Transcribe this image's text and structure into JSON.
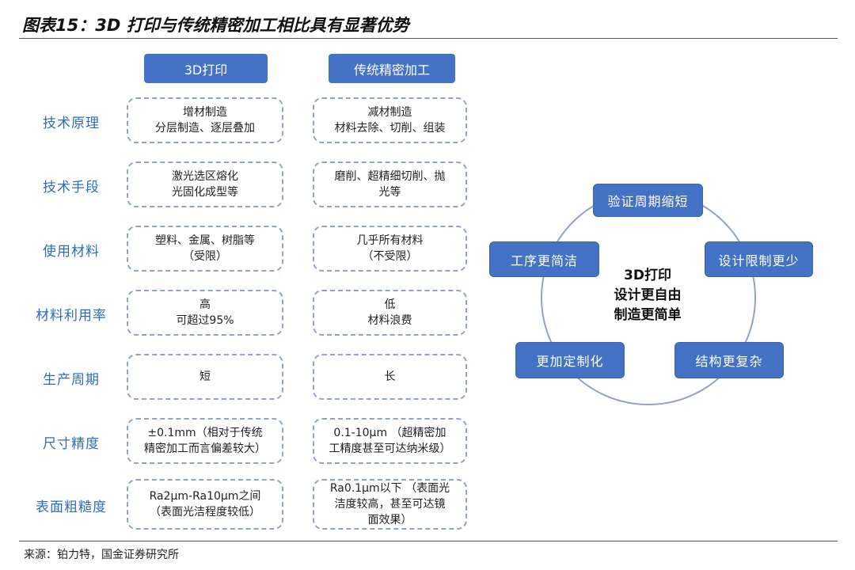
{
  "title": "图表15：3D 打印与传统精密加工相比具有显著优势",
  "columns": [
    "3D打印",
    "传统精密加工"
  ],
  "rows": [
    {
      "label": "技术原理",
      "a": "增材制造\n分层制造、逐层叠加",
      "b": "减材制造\n材料去除、切削、组装"
    },
    {
      "label": "技术手段",
      "a": "激光选区熔化\n光固化成型等",
      "b": "磨削、超精细切削、抛\n光等"
    },
    {
      "label": "使用材料",
      "a": "塑料、金属、树脂等\n（受限）",
      "b": "几乎所有材料\n（不受限）"
    },
    {
      "label": "材料利用率",
      "a": "高\n可超过95%",
      "b": "低\n材料浪费"
    },
    {
      "label": "生产周期",
      "a": "短",
      "b": "长"
    },
    {
      "label": "尺寸精度",
      "a": "±0.1mm（相对于传统\n精密加工而言偏差较大）",
      "b": "0.1-10μm （超精密加\n工精度甚至可达纳米级）"
    },
    {
      "label": "表面粗糙度",
      "a": "Ra2μm-Ra10μm之间\n（表面光洁程度较低）",
      "b": "Ra0.1μm以下 （表面光\n洁度较高，甚至可达镜\n面效果）"
    }
  ],
  "cycle": {
    "center": [
      "3D打印",
      "设计更自由",
      "制造更简单"
    ],
    "nodes": [
      "验证周期缩短",
      "设计限制更少",
      "结构更复杂",
      "更加定制化",
      "工序更简洁"
    ]
  },
  "source": "来源：铂力特，国金证券研究所"
}
